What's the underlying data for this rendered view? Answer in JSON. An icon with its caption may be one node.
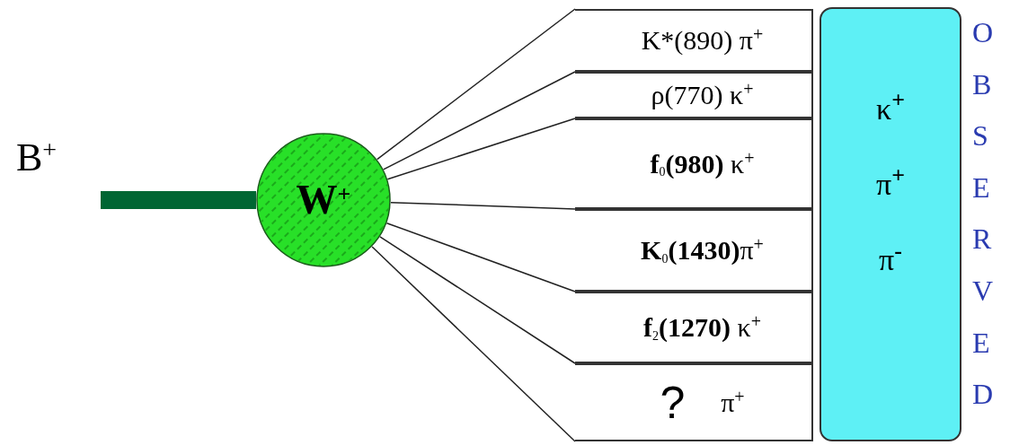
{
  "diagram": {
    "nodes": [
      {
        "text": [
          "B$^{+}$"
        ]
      },
      {
        "text": [
          "W$^{+}$"
        ]
      },
      {
        "text": [
          "K*(890) π$^{+}$"
        ]
      },
      {
        "text": [
          "ρ(770) κ$^{+}$"
        ]
      },
      {
        "text": [
          "**f**$_{0}$**(980)** κ$^{+}$"
        ]
      },
      {
        "text": [
          "**K**$_{0}$**(1430)**π$^{+}$"
        ]
      },
      {
        "text": [
          "**f**$_{2}$**(1270)** κ$^{+}$"
        ]
      },
      {
        "text": [
          "?",
          "π$^{+}$"
        ]
      },
      {
        "text": [
          "κ$^{+}$",
          "π$^{+}$",
          "π$^{-}$"
        ]
      }
    ],
    "edges": [
      {
        "from": 0,
        "to": 1,
        "arrow": "none",
        "style": "thick",
        "color": "#006633"
      },
      {
        "from": 1,
        "to": 2,
        "arrow": "none"
      },
      {
        "from": 1,
        "to": 3,
        "arrow": "none"
      },
      {
        "from": 1,
        "to": 4,
        "arrow": "none"
      },
      {
        "from": 1,
        "to": 5,
        "arrow": "none"
      },
      {
        "from": 1,
        "to": 6,
        "arrow": "none"
      },
      {
        "from": 1,
        "to": 7,
        "arrow": "none"
      },
      {
        "from": 1,
        "to": 7,
        "arrow": "none"
      }
    ],
    "labels": [
      "OBSERVED"
    ]
  }
}
